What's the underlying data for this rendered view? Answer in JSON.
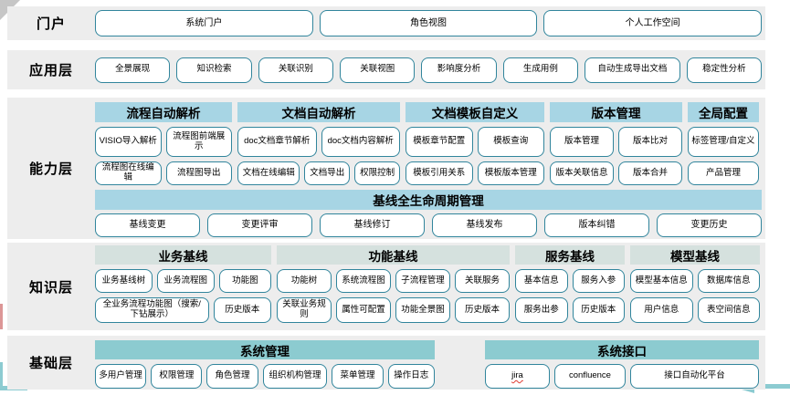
{
  "colors": {
    "accent": "#31859C",
    "band-bg": "#EDEDED",
    "cap-header": "#A7D5E4",
    "knowledge-header": "#D5E1DE",
    "foundation-header": "#8CCBD0",
    "decor-teal": "#8CCBD1",
    "decor-red": "#DC9696"
  },
  "portal": {
    "label": "门户",
    "buttons": [
      "系统门户",
      "角色视图",
      "个人工作空间"
    ]
  },
  "application": {
    "label": "应用层",
    "buttons": [
      "全景展现",
      "知识检索",
      "关联识别",
      "关联视图",
      "影响度分析",
      "生成用例",
      "自动生成导出文档",
      "稳定性分析"
    ]
  },
  "capability": {
    "label": "能力层",
    "groups": [
      {
        "title": "流程自动解析",
        "row1": [
          "VISIO导入解析",
          "流程图前端展示"
        ],
        "row2": [
          "流程图在线编辑",
          "流程图导出"
        ]
      },
      {
        "title": "文档自动解析",
        "row1": [
          "doc文档章节解析",
          "doc文档内容解析"
        ],
        "row2": [
          "文档在线编辑",
          "文档导出",
          "权限控制"
        ]
      },
      {
        "title": "文档模板自定义",
        "row1": [
          "模板章节配置",
          "模板查询"
        ],
        "row2": [
          "模板引用关系",
          "模板版本管理"
        ]
      },
      {
        "title": "版本管理",
        "row1": [
          "版本管理",
          "版本比对"
        ],
        "row2": [
          "版本关联信息",
          "版本合并"
        ]
      },
      {
        "title": "全局配置",
        "row1": [
          "标签管理/自定义"
        ],
        "row2": [
          "产品管理"
        ]
      }
    ],
    "baseline": {
      "title": "基线全生命周期管理",
      "buttons": [
        "基线变更",
        "变更评审",
        "基线修订",
        "基线发布",
        "版本纠错",
        "变更历史"
      ]
    }
  },
  "knowledge": {
    "label": "知识层",
    "groups": [
      {
        "title": "业务基线",
        "row1": [
          "业务基线树",
          "业务流程图",
          "功能图"
        ],
        "row2": [
          "全业务流程功能图（搜索/下钻展示）",
          "历史版本"
        ]
      },
      {
        "title": "功能基线",
        "row1": [
          "功能树",
          "系统流程图",
          "子流程管理",
          "关联服务"
        ],
        "row2": [
          "关联业务规则",
          "属性可配置",
          "功能全景图",
          "历史版本"
        ]
      },
      {
        "title": "服务基线",
        "row1": [
          "基本信息",
          "服务入参"
        ],
        "row2": [
          "服务出参",
          "历史版本"
        ]
      },
      {
        "title": "模型基线",
        "row1": [
          "模型基本信息",
          "数据库信息"
        ],
        "row2": [
          "用户信息",
          "表空间信息"
        ]
      }
    ]
  },
  "foundation": {
    "label": "基础层",
    "groups": [
      {
        "title": "系统管理",
        "buttons": [
          "多用户管理",
          "权限管理",
          "角色管理",
          "组织机构管理",
          "菜单管理",
          "操作日志"
        ]
      },
      {
        "title": "系统接口",
        "buttons": [
          "jira",
          "confluence",
          "接口自动化平台"
        ]
      }
    ]
  }
}
